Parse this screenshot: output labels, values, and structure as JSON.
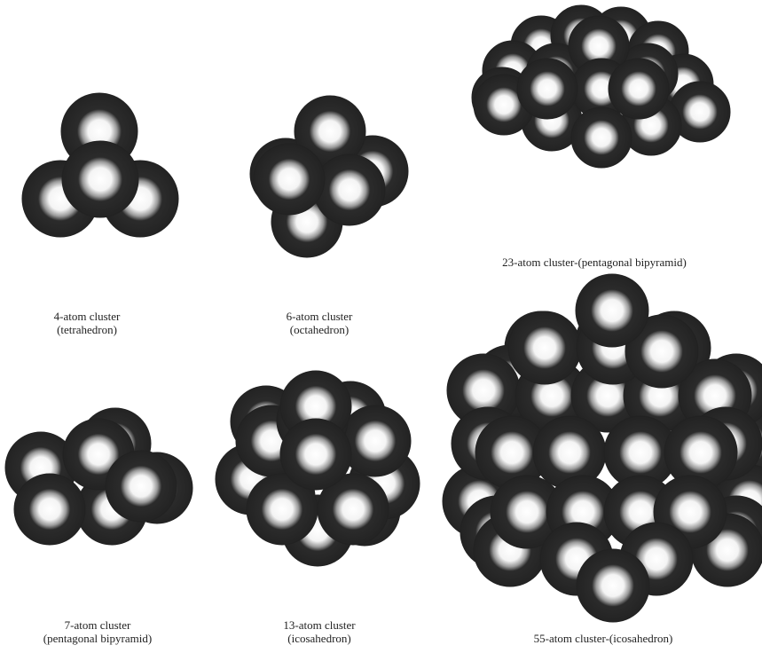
{
  "clusters": [
    {
      "id": "c4",
      "label": "4-atom cluster",
      "shape": "(tetrahedron)"
    },
    {
      "id": "c6",
      "label": "6-atom  cluster",
      "shape": "(octahedron)"
    },
    {
      "id": "c23",
      "label": "23-atom cluster-(pentagonal bipyramid)",
      "shape": ""
    },
    {
      "id": "c7",
      "label": "7-atom cluster",
      "shape": "(pentagonal bipyramid)"
    },
    {
      "id": "c13",
      "label": "13-atom cluster",
      "shape": "(icosahedron)"
    },
    {
      "id": "c55",
      "label": "55-atom cluster-(icosahedron)",
      "shape": ""
    }
  ],
  "colors": {
    "atom_shell": "#2b2b2b",
    "atom_core": "#ffffff",
    "background": "#ffffff"
  }
}
